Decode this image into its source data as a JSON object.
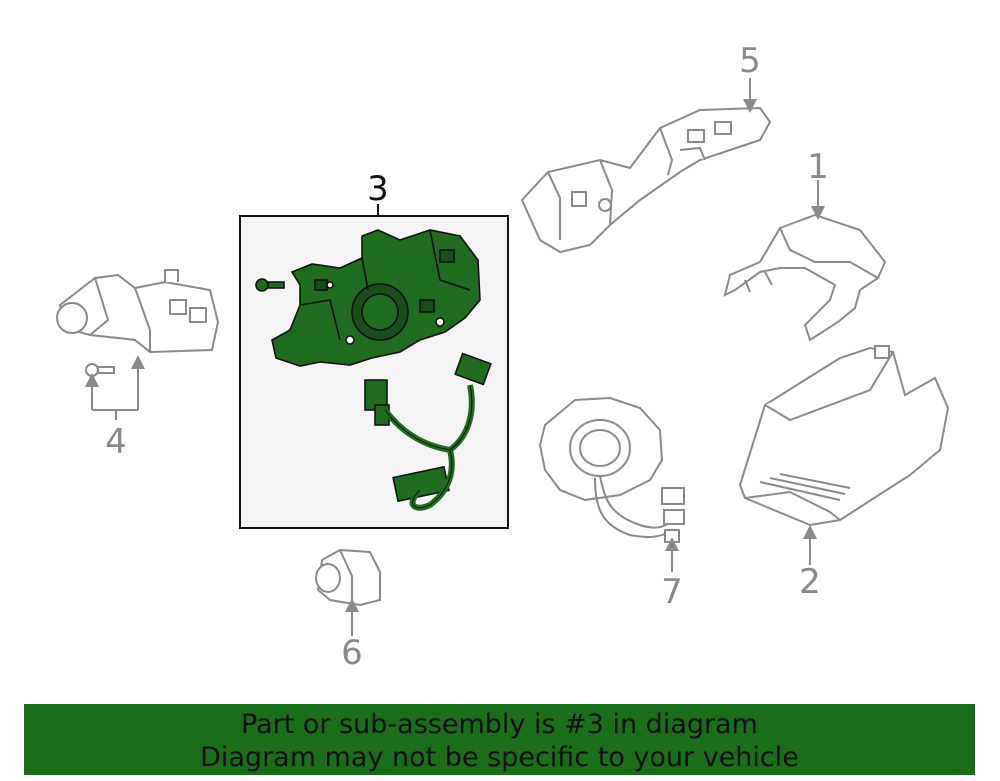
{
  "callouts": {
    "c1": "1",
    "c2": "2",
    "c3": "3",
    "c4": "4",
    "c5": "5",
    "c6": "6",
    "c7": "7"
  },
  "highlight_callout": "3",
  "banner": {
    "line1": "Part or sub-assembly is #3 in diagram",
    "line2": "Diagram may not be specific to your vehicle"
  },
  "colors": {
    "highlight_fill": "#1f6b1f",
    "outline_gray": "#8a8a8a",
    "banner_bg": "#1a6e1a"
  }
}
